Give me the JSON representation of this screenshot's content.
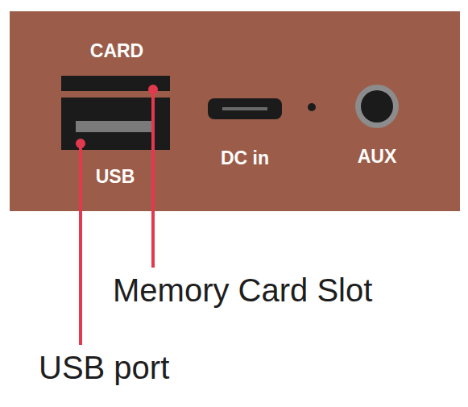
{
  "diagram": {
    "labels": [
      "CARD",
      "USB",
      "DC in",
      "AUX",
      "Memory Card Slot",
      "USB port"
    ]
  }
}
